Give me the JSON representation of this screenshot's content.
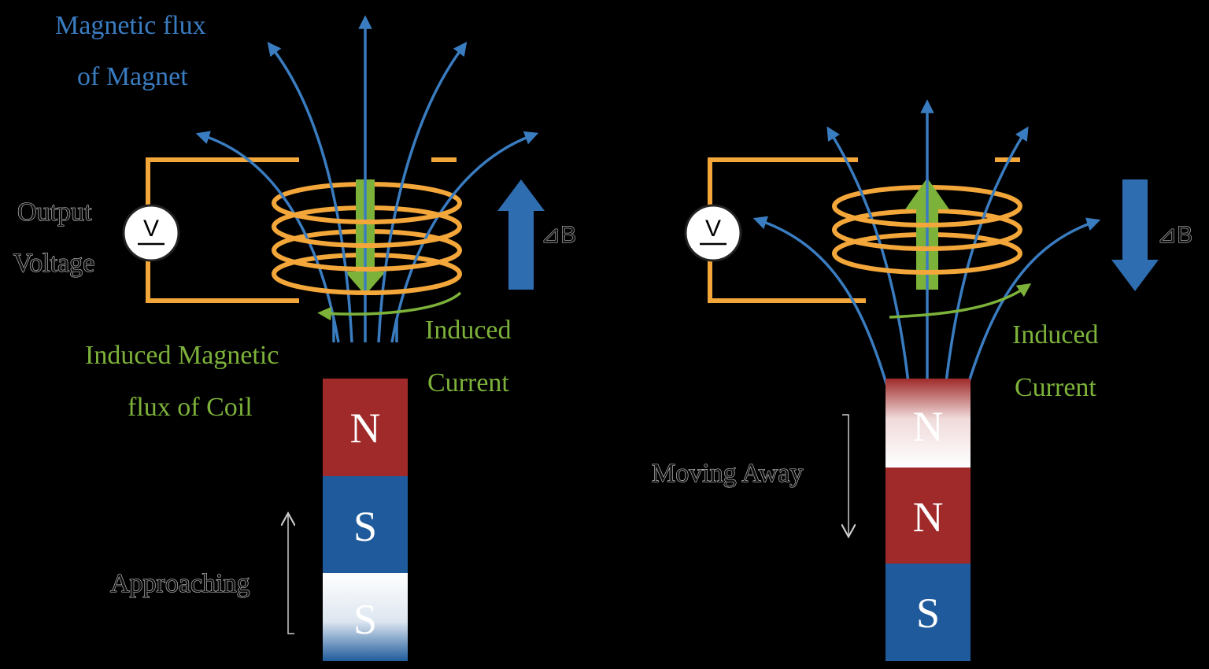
{
  "left_panel": {
    "magnet_flux_label_line1": "Magnetic flux",
    "magnet_flux_label_line2": "of Magnet",
    "output_label_line1": "Output",
    "output_label_line2": "Voltage",
    "voltmeter_symbol": "V",
    "delta_b": "⊿B",
    "induced_current_line1": "Induced",
    "induced_current_line2": "Current",
    "induced_flux_line1": "Induced Magnetic",
    "induced_flux_line2": "flux of Coil",
    "magnet_poles": [
      "N",
      "S",
      "S"
    ],
    "motion_label": "Approaching"
  },
  "right_panel": {
    "voltmeter_symbol": "V",
    "delta_b": "⊿B",
    "induced_current_line1": "Induced",
    "induced_current_line2": "Current",
    "magnet_poles": [
      "N",
      "N",
      "S"
    ],
    "motion_label": "Moving Away"
  },
  "colors": {
    "flux_blue": "#3a7cc0",
    "coil_orange": "#f3a73a",
    "induced_green": "#7db23a",
    "north_red": "#a02a2a",
    "south_blue": "#1f5b9c",
    "background": "#000000"
  }
}
